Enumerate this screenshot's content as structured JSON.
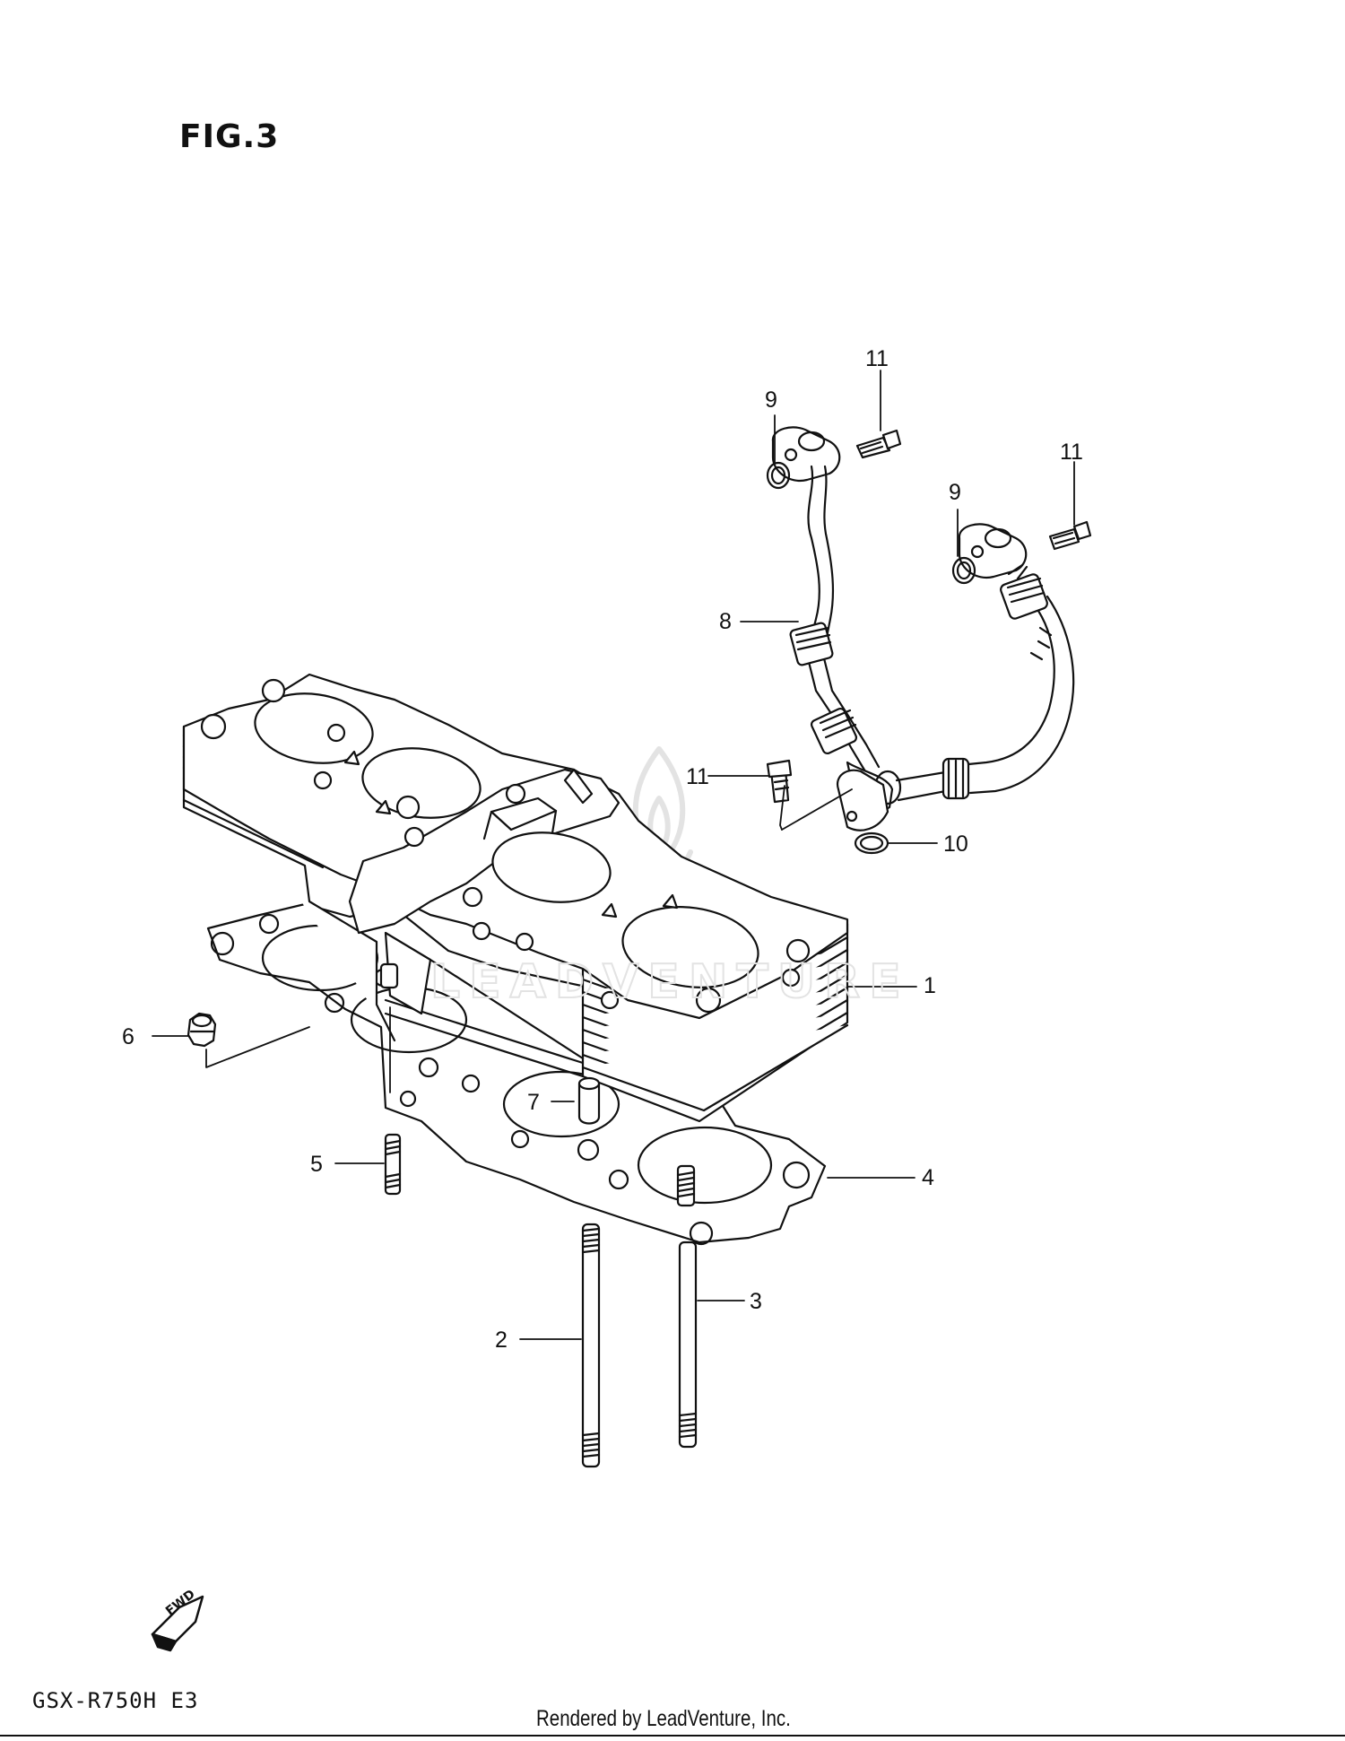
{
  "figure": {
    "title": "FIG.3"
  },
  "footer": {
    "model": "GSX-R750H  E3",
    "credit": "Rendered by LeadVenture, Inc."
  },
  "fwd_badge": {
    "label": "FWD"
  },
  "callouts": [
    {
      "label": "1"
    },
    {
      "label": "2"
    },
    {
      "label": "3"
    },
    {
      "label": "4"
    },
    {
      "label": "5"
    },
    {
      "label": "6"
    },
    {
      "label": "7"
    },
    {
      "label": "8"
    },
    {
      "label": "9"
    },
    {
      "label": "9"
    },
    {
      "label": "10"
    },
    {
      "label": "11"
    },
    {
      "label": "11"
    },
    {
      "label": "11"
    }
  ],
  "colors": {
    "line": "#111111",
    "paper": "#ffffff",
    "watermark": "#e6e6e6"
  }
}
